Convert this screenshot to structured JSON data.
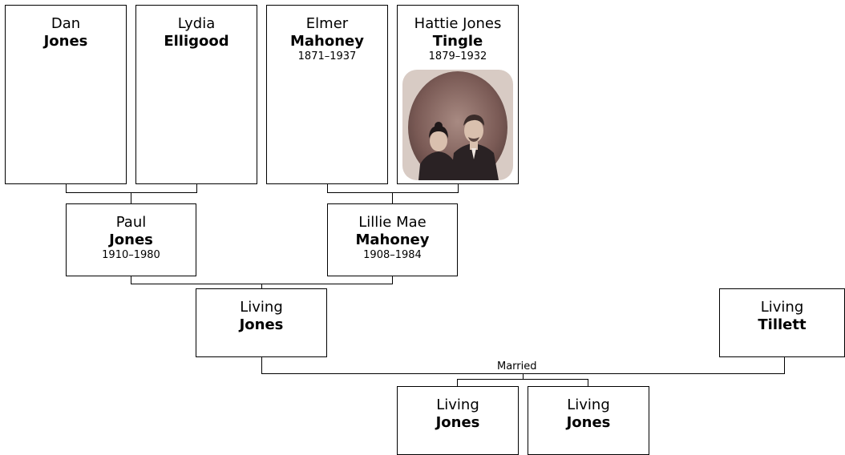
{
  "people": {
    "dan_jones": {
      "given": "Dan",
      "surname": "Jones",
      "dates": ""
    },
    "lydia_elligood": {
      "given": "Lydia",
      "surname": "Elligood",
      "dates": ""
    },
    "elmer_mahoney": {
      "given": "Elmer",
      "surname": "Mahoney",
      "dates": "1871–1937"
    },
    "hattie_tingle": {
      "given": "Hattie Jones",
      "surname": "Tingle",
      "dates": "1879–1932"
    },
    "paul_jones": {
      "given": "Paul",
      "surname": "Jones",
      "dates": "1910–1980"
    },
    "lillie_mahoney": {
      "given": "Lillie Mae",
      "surname": "Mahoney",
      "dates": "1908–1984"
    },
    "living_jones": {
      "given": "Living",
      "surname": "Jones",
      "dates": ""
    },
    "living_tillett": {
      "given": "Living",
      "surname": "Tillett",
      "dates": ""
    },
    "child_1": {
      "given": "Living",
      "surname": "Jones",
      "dates": ""
    },
    "child_2": {
      "given": "Living",
      "surname": "Jones",
      "dates": ""
    }
  },
  "relations": {
    "married_label": "Married"
  },
  "photo": {
    "subject": "couple-portrait",
    "colors": {
      "background": "#7a5a55",
      "vignette": "#d8cbc4",
      "clothing": "#2a2224",
      "skin": "#d9c0ae"
    }
  }
}
